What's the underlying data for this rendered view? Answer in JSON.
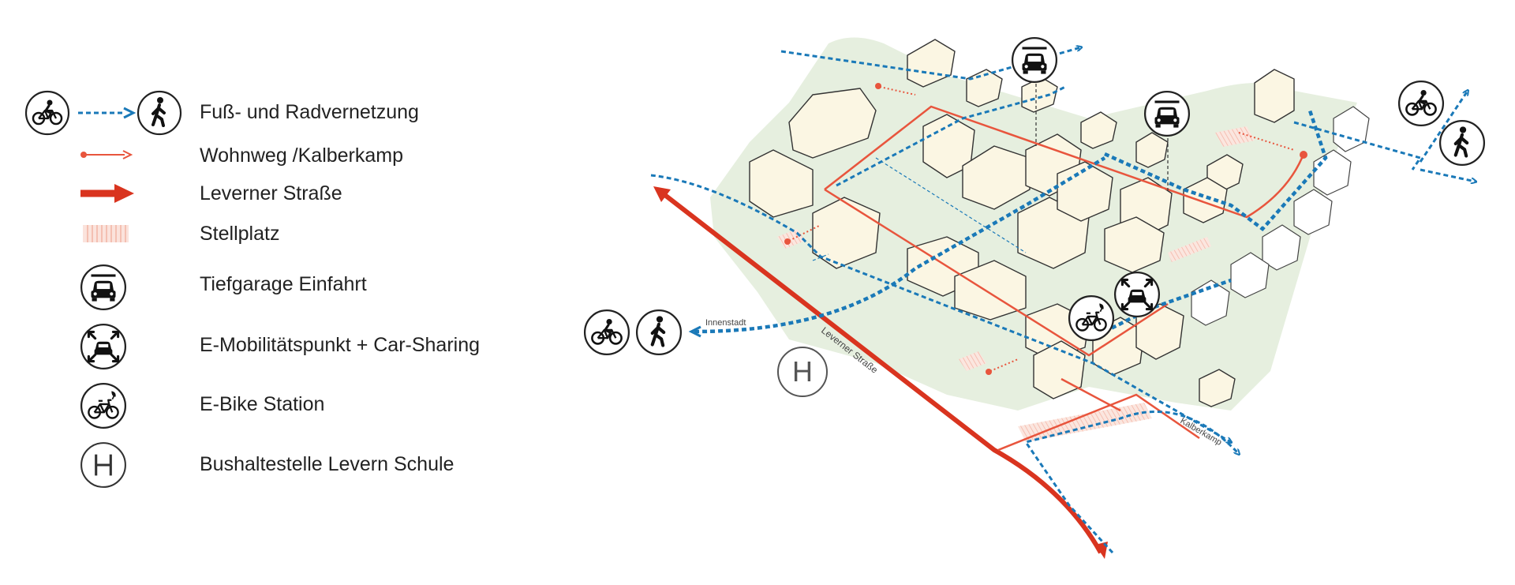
{
  "legend": [
    {
      "key": "radvernetzung",
      "label": "Fuß- und Radvernetzung"
    },
    {
      "key": "wohnweg",
      "label": "Wohnweg /Kalberkamp"
    },
    {
      "key": "leverner",
      "label": "Leverner Straße"
    },
    {
      "key": "stellplatz",
      "label": "Stellplatz"
    },
    {
      "key": "tiefgarage",
      "label": "Tiefgarage Einfahrt"
    },
    {
      "key": "emobil",
      "label": "E-Mobilitätspunkt + Car-Sharing"
    },
    {
      "key": "ebike",
      "label": "E-Bike Station"
    },
    {
      "key": "bus",
      "label": "Bushaltestelle Levern Schule"
    }
  ],
  "map": {
    "street_leverner": "Leverner Straße",
    "street_kalberkamp": "Kalberkamp",
    "direction_innenstadt": "Innenstadt",
    "bus_letter": "H"
  },
  "colors": {
    "blue": "#1a79b8",
    "red": "#d9341f",
    "orange_red": "#e8553d",
    "green_ground": "#e6efdf",
    "building_fill": "#fbf6e3",
    "stroke_dark": "#333333"
  },
  "icons": [
    "bicycle-icon",
    "pedestrian-icon",
    "car-icon",
    "car-sharing-icon",
    "e-bike-icon",
    "bus-stop-icon"
  ]
}
